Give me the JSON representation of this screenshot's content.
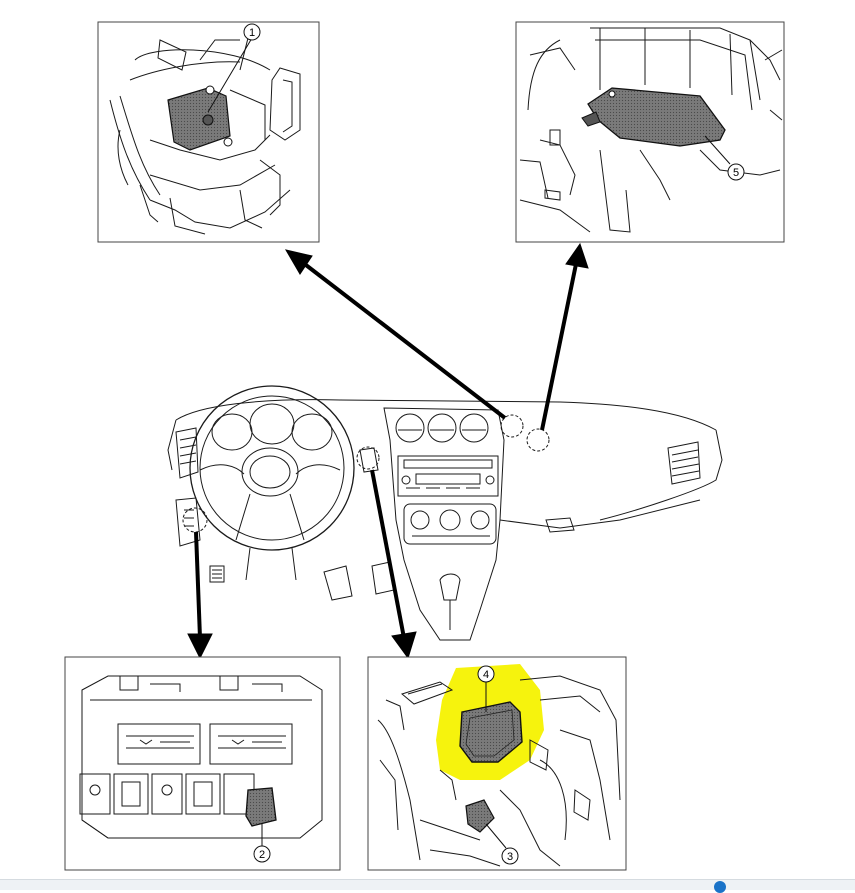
{
  "diagram": {
    "callouts": [
      {
        "id": "callout-1",
        "label": "1"
      },
      {
        "id": "callout-2",
        "label": "2"
      },
      {
        "id": "callout-3",
        "label": "3"
      },
      {
        "id": "callout-4",
        "label": "4"
      },
      {
        "id": "callout-5",
        "label": "5"
      }
    ],
    "colors": {
      "line": "#1a1a1a",
      "component_fill": "#6e6e6e",
      "highlight": "#f5f200",
      "panel_border": "#444444",
      "arrow": "#000000"
    }
  }
}
